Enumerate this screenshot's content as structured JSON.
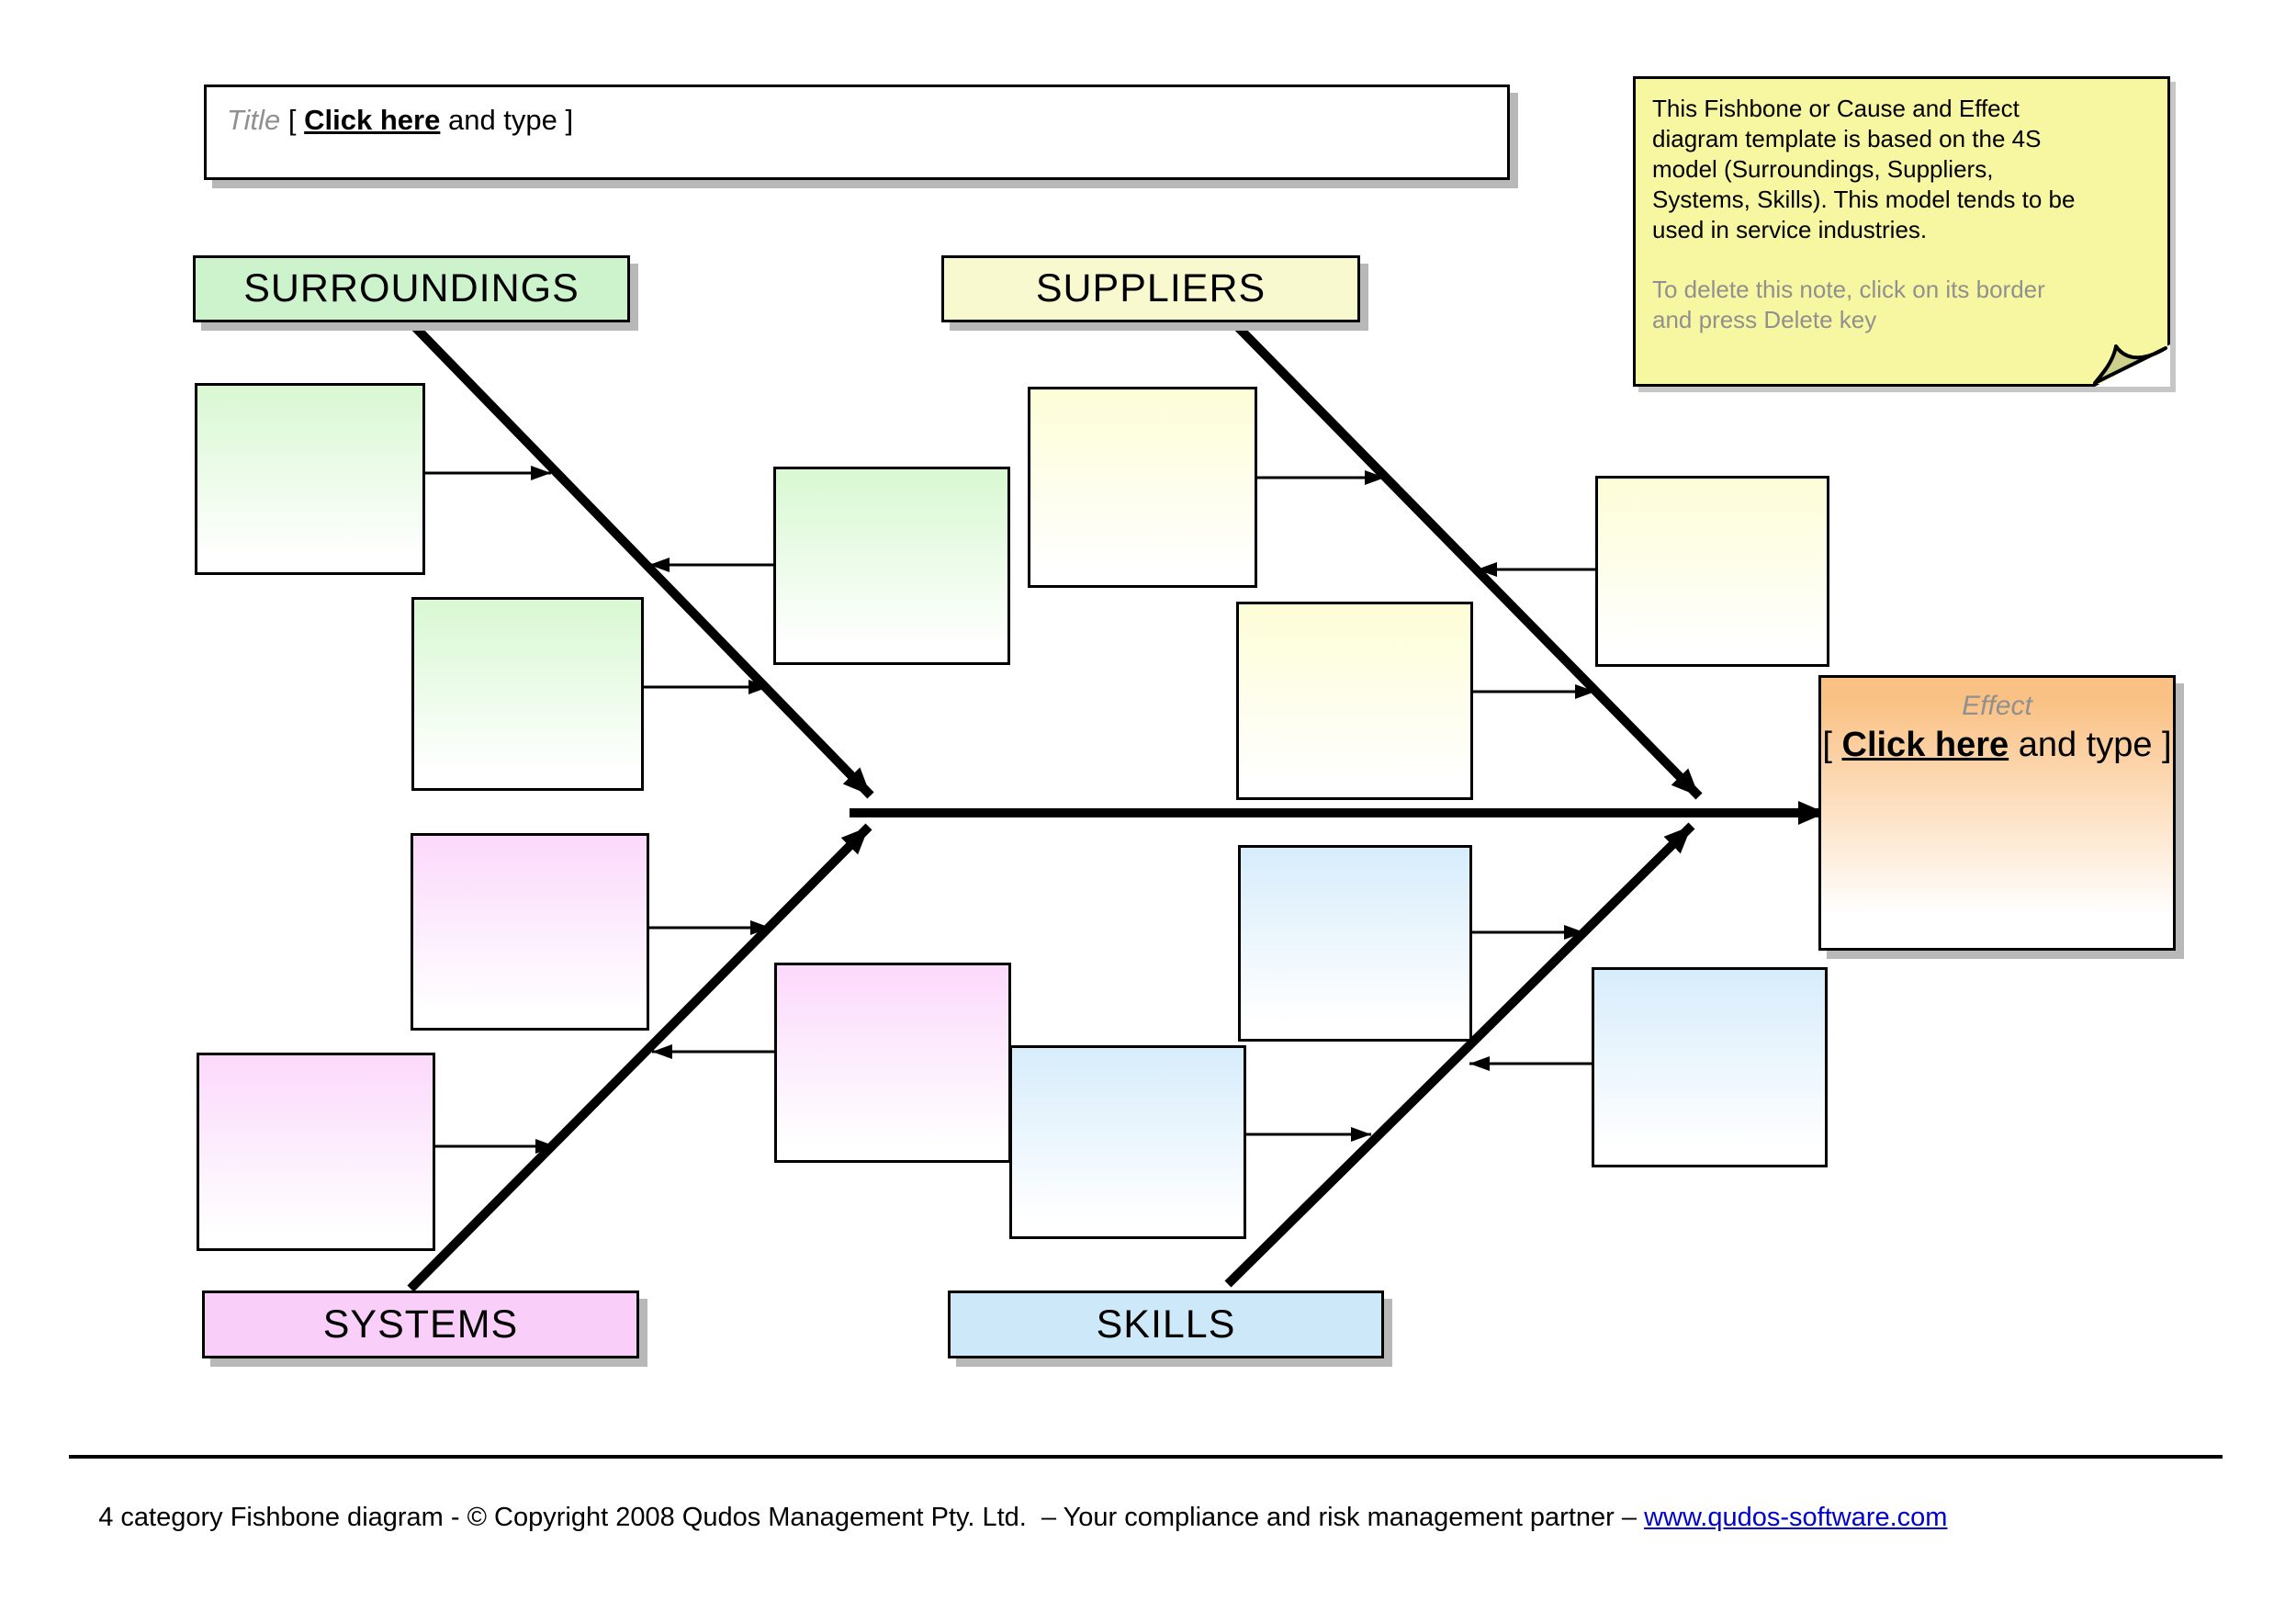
{
  "title_box": {
    "label": "Title",
    "prompt_open": "[ ",
    "prompt_link": "Click here",
    "prompt_rest": " and type ]"
  },
  "sticky_note": {
    "body": "This Fishbone or Cause and Effect\ndiagram template is based on the 4S\nmodel (Surroundings, Suppliers,\nSystems, Skills). This model tends to be\nused in service industries.",
    "footnote": "To delete this note, click on its border\nand press Delete key"
  },
  "categories": [
    {
      "id": "surroundings",
      "label": "SURROUNDINGS"
    },
    {
      "id": "suppliers",
      "label": "SUPPLIERS"
    },
    {
      "id": "systems",
      "label": "SYSTEMS"
    },
    {
      "id": "skills",
      "label": "SKILLS"
    }
  ],
  "effect_box": {
    "label": "Effect",
    "prompt_open": "[ ",
    "prompt_link": "Click here",
    "prompt_rest": " and type ]"
  },
  "footer": {
    "text": "4 category Fishbone diagram - © Copyright 2008 Qudos Management Pty. Ltd.  – Your compliance and risk management partner – ",
    "link": "www.qudos-software.com"
  },
  "colors": {
    "surroundings-label": "#cdf3cd",
    "surroundings-top": "#d9f8d3",
    "suppliers-label": "#f9f9cf",
    "suppliers-top": "#fdfdd8",
    "systems-label": "#f9cef9",
    "systems-top": "#fbdafb",
    "skills-label": "#cde9f9",
    "skills-top": "#d8edfb",
    "effect-top": "#fac184",
    "sticky-fill": "#f7f7a1",
    "sticky-fold": "#cdcf8b",
    "muted": "#909090",
    "link": "#0000cc",
    "bone": "#000000",
    "shadow": "#b8b8b8"
  }
}
